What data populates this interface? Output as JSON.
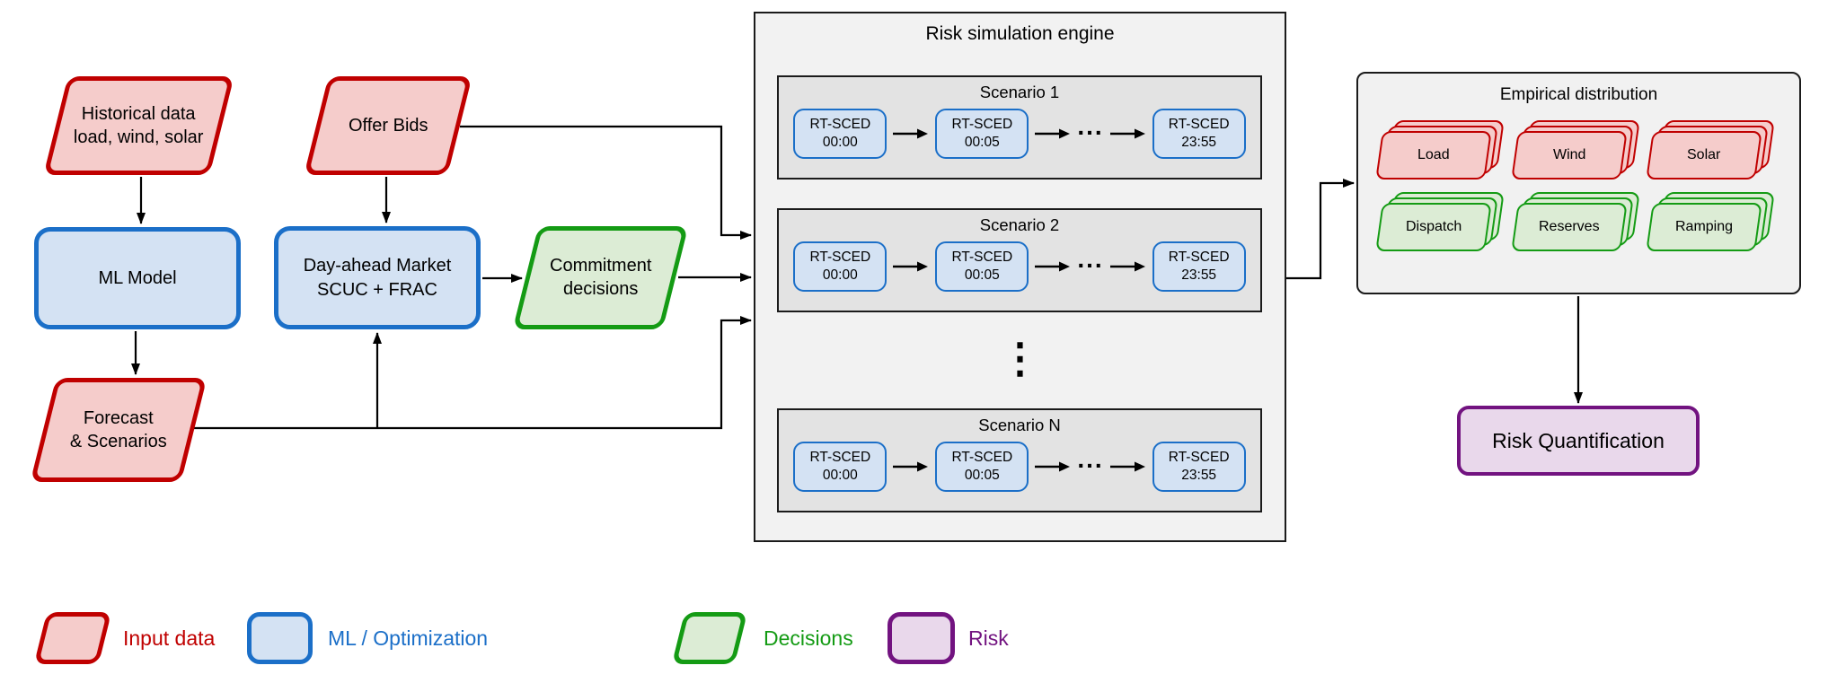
{
  "colors": {
    "input_red": "#c00000",
    "input_red_fill": "#f5cccb",
    "ml_blue": "#1b6fc8",
    "ml_blue_fill": "#d4e2f3",
    "decision_green": "#149b14",
    "decision_green_fill": "#dcecd5",
    "risk_purple": "#721380",
    "risk_purple_fill": "#e9d8eb"
  },
  "nodes": {
    "historical_data": "Historical data\nload, wind, solar",
    "offer_bids": "Offer Bids",
    "ml_model": "ML Model",
    "day_ahead_market": "Day-ahead Market\nSCUC + FRAC",
    "commitment_decisions": "Commitment\ndecisions",
    "forecast_scenarios": "Forecast\n& Scenarios",
    "risk_quantification": "Risk Quantification"
  },
  "engine": {
    "title": "Risk simulation engine",
    "step_ellipsis": "...",
    "vertical_ellipsis": "⋮",
    "scenarios": [
      {
        "title": "Scenario 1",
        "steps": [
          "RT-SCED\n00:00",
          "RT-SCED\n00:05",
          "RT-SCED\n23:55"
        ]
      },
      {
        "title": "Scenario 2",
        "steps": [
          "RT-SCED\n00:00",
          "RT-SCED\n00:05",
          "RT-SCED\n23:55"
        ]
      },
      {
        "title": "Scenario N",
        "steps": [
          "RT-SCED\n00:00",
          "RT-SCED\n00:05",
          "RT-SCED\n23:55"
        ]
      }
    ]
  },
  "empirical": {
    "title": "Empirical distribution",
    "rows": [
      {
        "cards": [
          "Load",
          "Wind",
          "Solar"
        ]
      },
      {
        "cards": [
          "Dispatch",
          "Reserves",
          "Ramping"
        ]
      }
    ]
  },
  "legend": [
    {
      "label": "Input data"
    },
    {
      "label": "ML / Optimization"
    },
    {
      "label": "Decisions"
    },
    {
      "label": "Risk"
    }
  ]
}
